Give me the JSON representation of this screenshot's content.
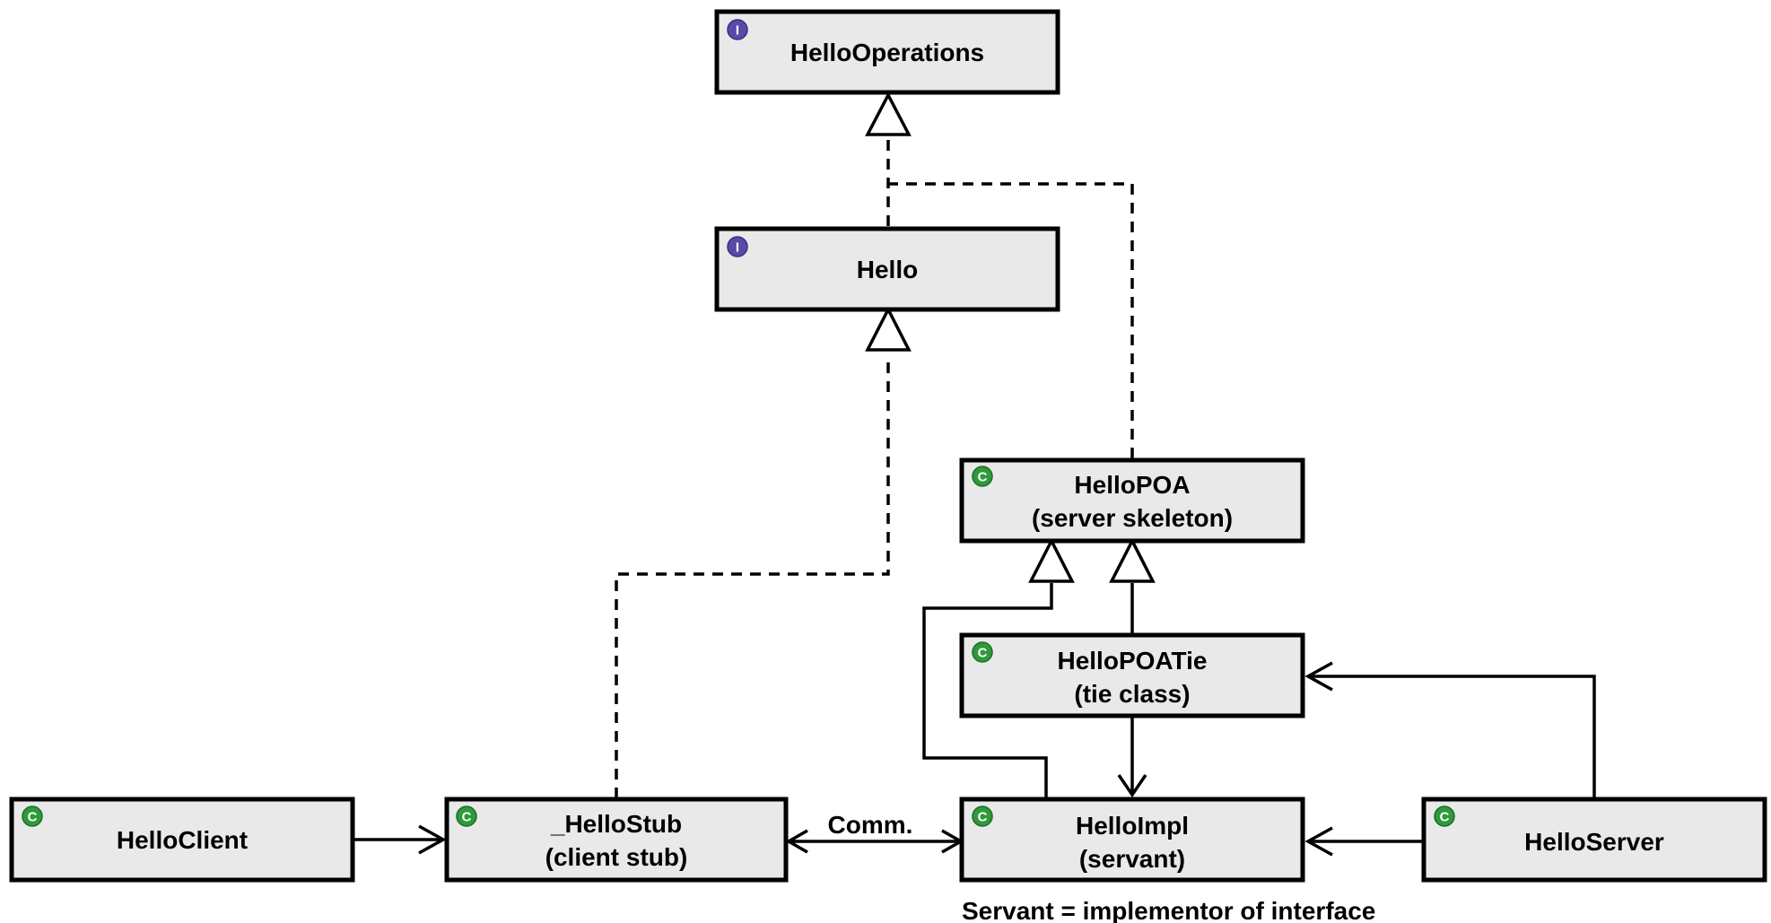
{
  "classes": {
    "hello_operations": {
      "name": "HelloOperations",
      "kind": "I"
    },
    "hello": {
      "name": "Hello",
      "kind": "I"
    },
    "hello_poa": {
      "name": "HelloPOA",
      "sub": "(server skeleton)",
      "kind": "C"
    },
    "hello_poa_tie": {
      "name": "HelloPOATie",
      "sub": "(tie class)",
      "kind": "C"
    },
    "hello_client": {
      "name": "HelloClient",
      "kind": "C"
    },
    "hello_stub": {
      "name": "_HelloStub",
      "sub": "(client stub)",
      "kind": "C"
    },
    "hello_impl": {
      "name": "HelloImpl",
      "sub": "(servant)",
      "kind": "C"
    },
    "hello_server": {
      "name": "HelloServer",
      "kind": "C"
    }
  },
  "labels": {
    "comm": "Comm.",
    "caption": "Servant = implementor of interface"
  },
  "colors": {
    "box_fill": "#e9e9e9",
    "interface_badge": "#5a4aa8",
    "class_badge": "#2e9a3a"
  }
}
